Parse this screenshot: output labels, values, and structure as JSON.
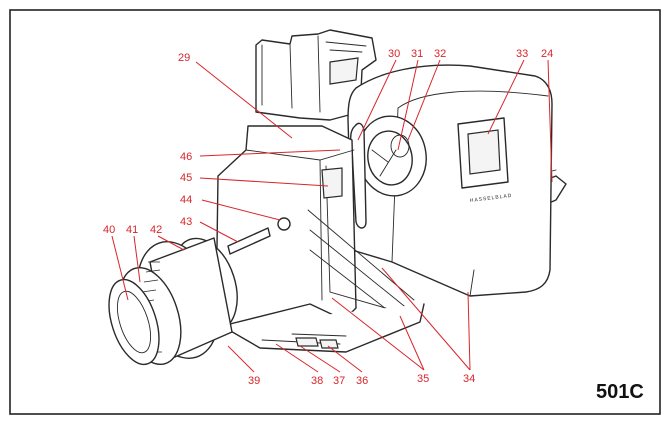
{
  "model": "501C",
  "brand_mark": "HASSELBLAD",
  "colors": {
    "callout": "#d8262b",
    "ink": "#2a2a2a",
    "frame": "#222222"
  },
  "callouts": [
    {
      "id": "29",
      "text": "29"
    },
    {
      "id": "30",
      "text": "30"
    },
    {
      "id": "31",
      "text": "31"
    },
    {
      "id": "32",
      "text": "32"
    },
    {
      "id": "33",
      "text": "33"
    },
    {
      "id": "24",
      "text": "24"
    },
    {
      "id": "46",
      "text": "46"
    },
    {
      "id": "45",
      "text": "45"
    },
    {
      "id": "44",
      "text": "44"
    },
    {
      "id": "43",
      "text": "43"
    },
    {
      "id": "40",
      "text": "40"
    },
    {
      "id": "41",
      "text": "41"
    },
    {
      "id": "42",
      "text": "42"
    },
    {
      "id": "39",
      "text": "39"
    },
    {
      "id": "38",
      "text": "38"
    },
    {
      "id": "37",
      "text": "37"
    },
    {
      "id": "36",
      "text": "36"
    },
    {
      "id": "35",
      "text": "35"
    },
    {
      "id": "34",
      "text": "34"
    }
  ]
}
